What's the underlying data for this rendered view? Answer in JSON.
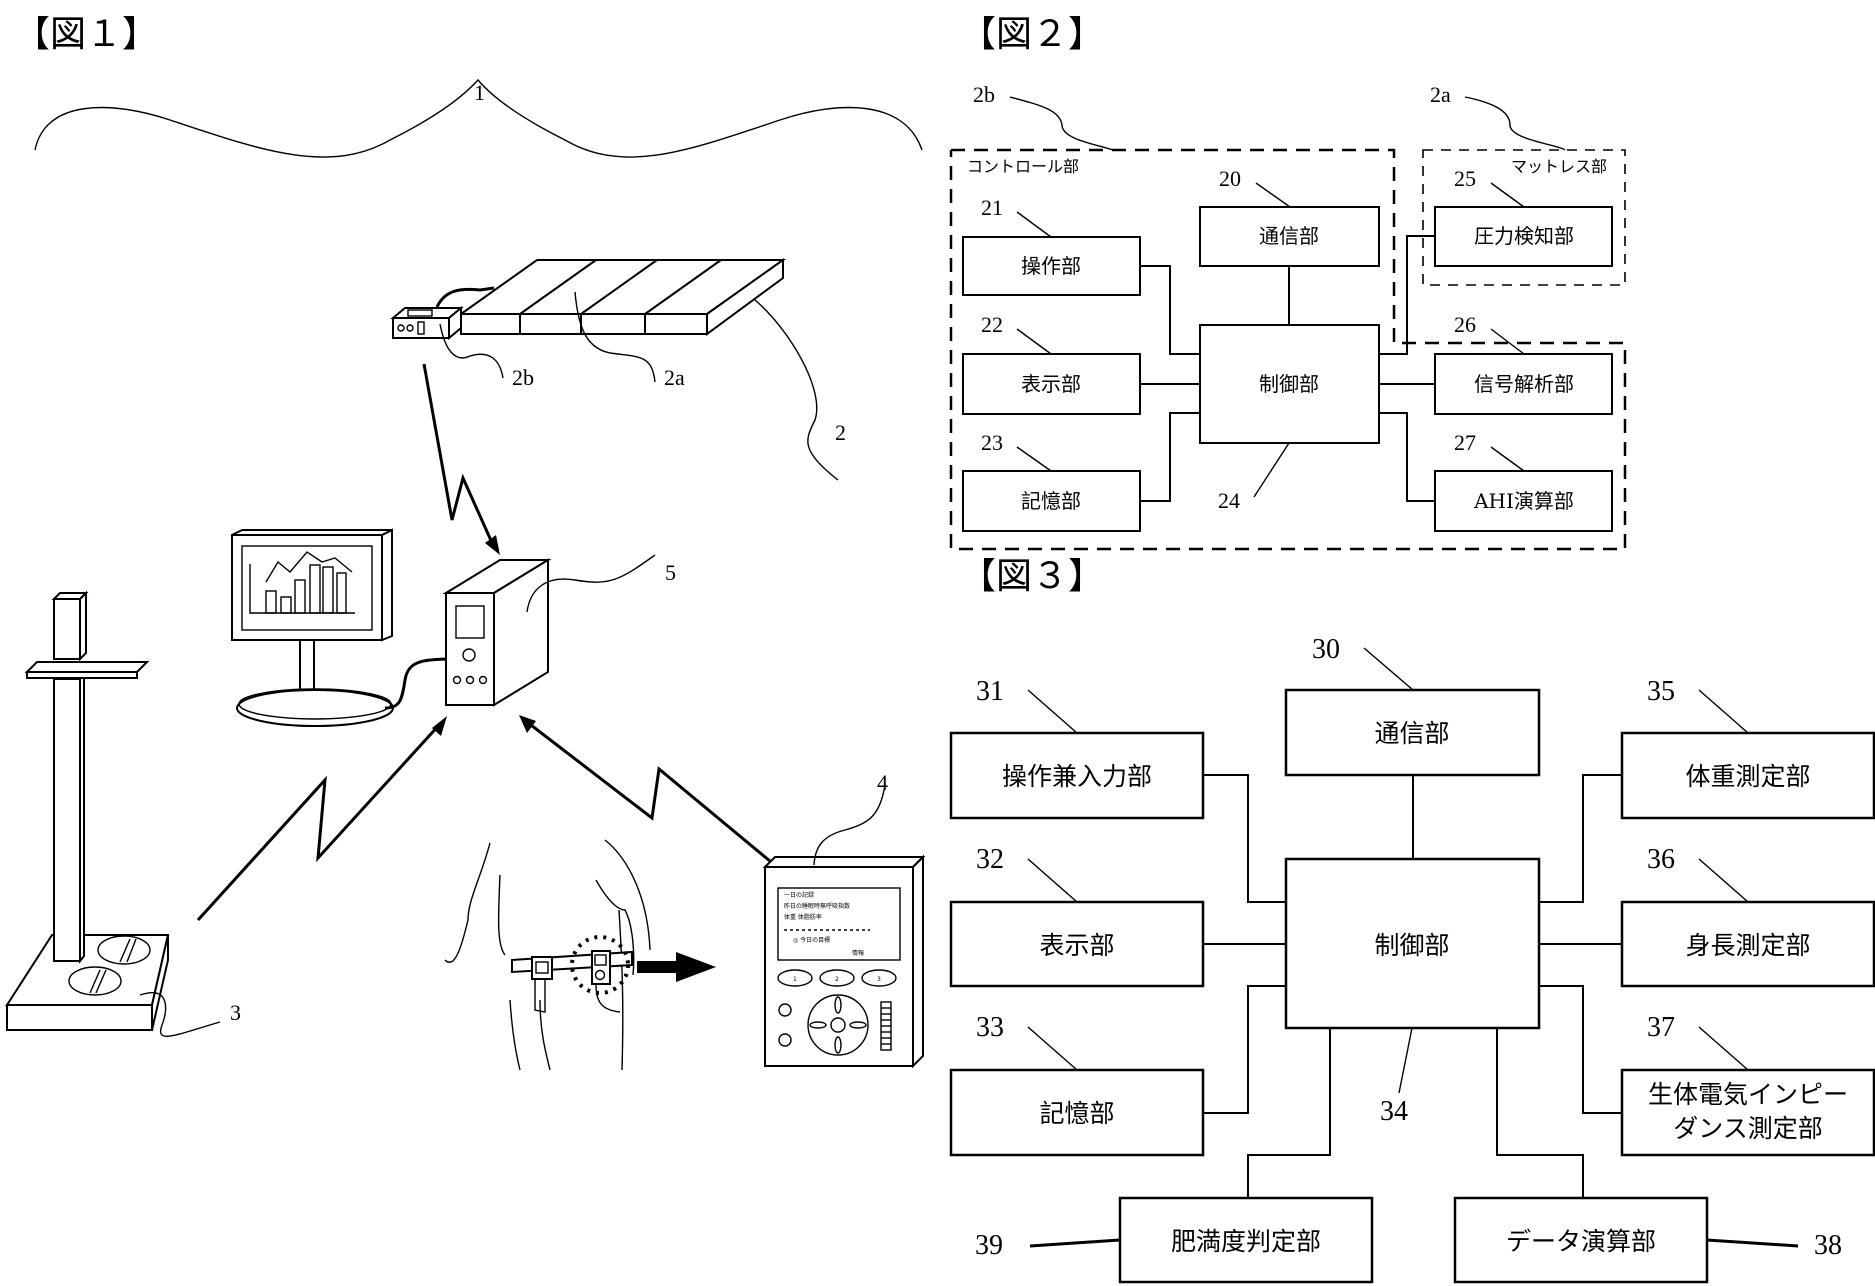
{
  "figure1": {
    "title": "【図１】",
    "refs": {
      "system": "1",
      "mattress_sensor": "2",
      "mattress_part": "2a",
      "control_part": "2b",
      "body_composition_meter": "3",
      "portable_terminal": "4",
      "server": "5"
    },
    "terminal_screen_lines": [
      "一日の記録",
      "昨日の睡眠時無呼吸指数",
      "体重 体脂肪率",
      "------",
      "◎ 今日の目標",
      "情報"
    ],
    "terminal_keys": [
      "1",
      "2",
      "3"
    ]
  },
  "figure2": {
    "title": "【図２】",
    "group_labels": {
      "control": "コントロール部",
      "mattress": "マットレス部"
    },
    "group_refs": {
      "control": "2b",
      "mattress": "2a"
    },
    "blocks": [
      {
        "ref": "20",
        "label": "通信部"
      },
      {
        "ref": "21",
        "label": "操作部"
      },
      {
        "ref": "22",
        "label": "表示部"
      },
      {
        "ref": "23",
        "label": "記憶部"
      },
      {
        "ref": "24",
        "label": "制御部"
      },
      {
        "ref": "25",
        "label": "圧力検知部"
      },
      {
        "ref": "26",
        "label": "信号解析部"
      },
      {
        "ref": "27",
        "label": "AHI演算部"
      }
    ]
  },
  "figure3": {
    "title": "【図３】",
    "blocks": [
      {
        "ref": "30",
        "label": "通信部"
      },
      {
        "ref": "31",
        "label": "操作兼入力部"
      },
      {
        "ref": "32",
        "label": "表示部"
      },
      {
        "ref": "33",
        "label": "記憶部"
      },
      {
        "ref": "34",
        "label": "制御部"
      },
      {
        "ref": "35",
        "label": "体重測定部"
      },
      {
        "ref": "36",
        "label": "身長測定部"
      },
      {
        "ref": "37",
        "label_line1": "生体電気インピー",
        "label_line2": "ダンス測定部"
      },
      {
        "ref": "38",
        "label": "データ演算部"
      },
      {
        "ref": "39",
        "label": "肥満度判定部"
      }
    ]
  }
}
